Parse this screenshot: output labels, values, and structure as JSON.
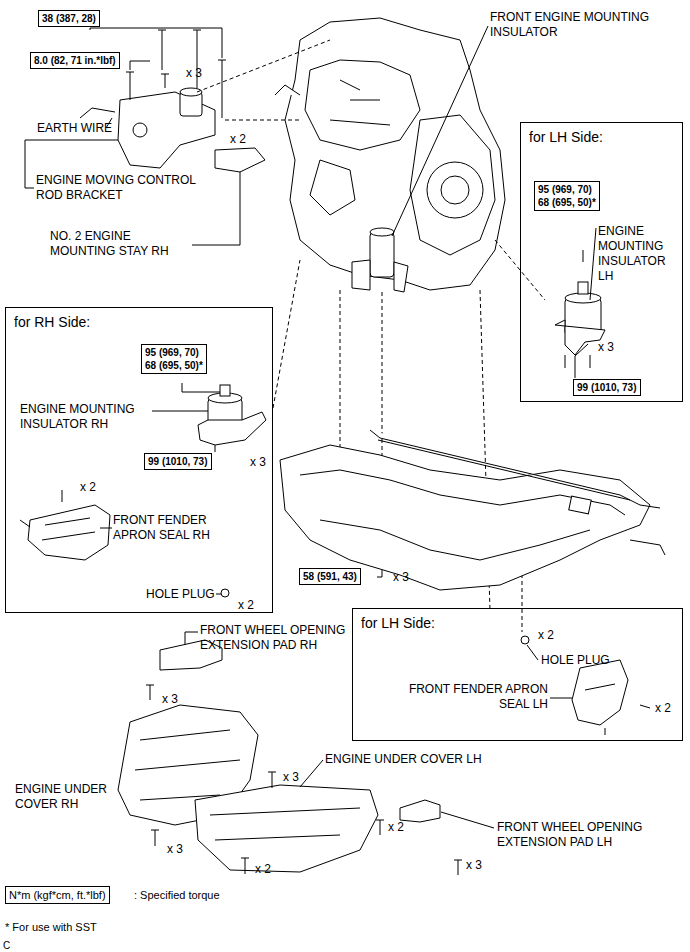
{
  "diagram": {
    "nodes": [
      {
        "text": [
          "38 (387, 28)"
        ]
      },
      {
        "text": [
          "8.0 (82, 71 in.*lbf)"
        ]
      },
      {
        "text": [
          "for LH Side:"
        ]
      },
      {
        "text": [
          "95 (969, 70)",
          "68 (695, 50)*"
        ],
        "in": 2
      },
      {
        "text": [
          "99 (1010, 73)"
        ],
        "in": 2
      },
      {
        "text": [
          "for RH Side:"
        ]
      },
      {
        "text": [
          "95 (969, 70)",
          "68 (695, 50)*"
        ],
        "in": 5
      },
      {
        "text": [
          "99 (1010, 73)"
        ],
        "in": 5
      },
      {
        "text": [
          "58 (591, 43)"
        ]
      },
      {
        "text": [
          "for LH Side:"
        ]
      },
      {
        "text": [
          "N*m (kgf*cm, ft.*lbf)"
        ]
      }
    ],
    "labels": [
      "x 3",
      "EARTH WIRE",
      "x 2",
      "ENGINE MOVING CONTROL ROD BRACKET",
      "NO. 2 ENGINE MOUNTING STAY RH",
      "FRONT ENGINE MOUNTING INSULATOR",
      "ENGINE MOUNTING INSULATOR LH",
      "x 3",
      "ENGINE MOUNTING INSULATOR RH",
      "x 3",
      "x 2",
      "FRONT FENDER APRON SEAL RH",
      "HOLE PLUG",
      "x 2",
      "x 3",
      "x 2",
      "HOLE PLUG",
      "FRONT FENDER APRON SEAL LH",
      "x 2",
      "FRONT WHEEL OPENING EXTENSION PAD RH",
      "x 3",
      "x 3",
      "ENGINE UNDER COVER LH",
      "ENGINE UNDER COVER RH",
      "x 2",
      "x 3",
      "x 2",
      "FRONT WHEEL OPENING EXTENSION PAD LH",
      "x 3",
      ": Specified torque",
      "* For use with SST",
      "C"
    ]
  }
}
